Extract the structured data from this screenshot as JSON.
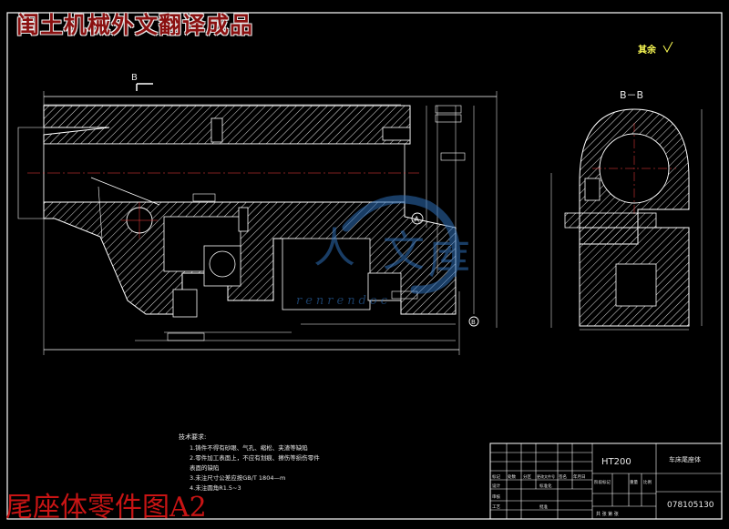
{
  "banner_top": "闺土机械外文翻译成品",
  "banner_bottom": "尾座体零件图A2",
  "roughness_note": "其余",
  "view_label_b": "B",
  "section_label": "B－B",
  "datum_a": "A",
  "datum_b": "B",
  "tech_notes": {
    "title": "技术要求:",
    "items": [
      "1.铸件不得有砂眼、气孔、缩松、夹渣等缺陷",
      "2.零件加工表面上，不应有划痕、擦伤等损伤零件",
      "   表面的缺陷",
      "3.未注尺寸公差应按GB/T 1804—m",
      "4.未注圆角R1.5~3"
    ]
  },
  "title_block": {
    "material": "HT200",
    "part_name": "车床尾座体",
    "drawing_no": "078105130",
    "cells": [
      "标记",
      "处数",
      "分区",
      "更改文件号",
      "签名",
      "年月日",
      "设计",
      "标准化",
      "审核",
      "工艺",
      "批准",
      "阶段标记",
      "重量",
      "比例",
      "共  张  第  张"
    ]
  },
  "watermark": {
    "text_left": "人",
    "text_mid": "文",
    "text_right": "库",
    "sub": "renrendoc"
  }
}
